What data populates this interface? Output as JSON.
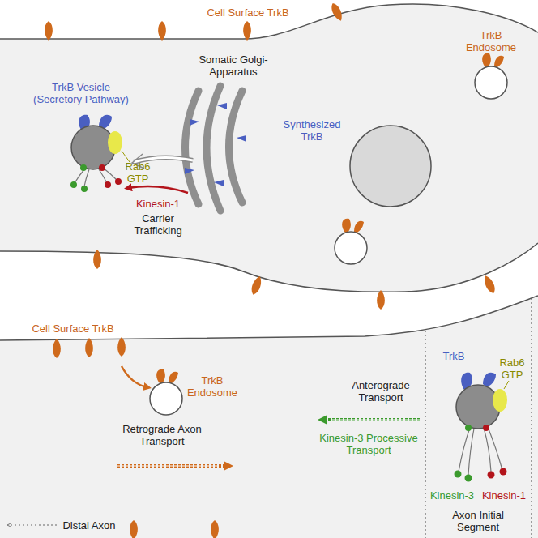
{
  "diagram": {
    "labels": [
      "Cell Surface TrkB",
      "Somatic Golgi-Apparatus",
      "TrkB Endosome",
      "TrkB Vesicle (Secretory Pathway)",
      "Synthesized TrkB",
      "Rab6 GTP",
      "Kinesin-1",
      "Carrier Trafficking",
      "Cell Surface TrkB",
      "TrkB Endosome",
      "Retrograde Axon Transport",
      "TrkB",
      "Rab6 GTP",
      "Anterograde Transport",
      "Kinesin-3 Processive Transport",
      "Kinesin-3",
      "Kinesin-1",
      "Axon Initial Segment",
      "Distal Axon"
    ]
  }
}
